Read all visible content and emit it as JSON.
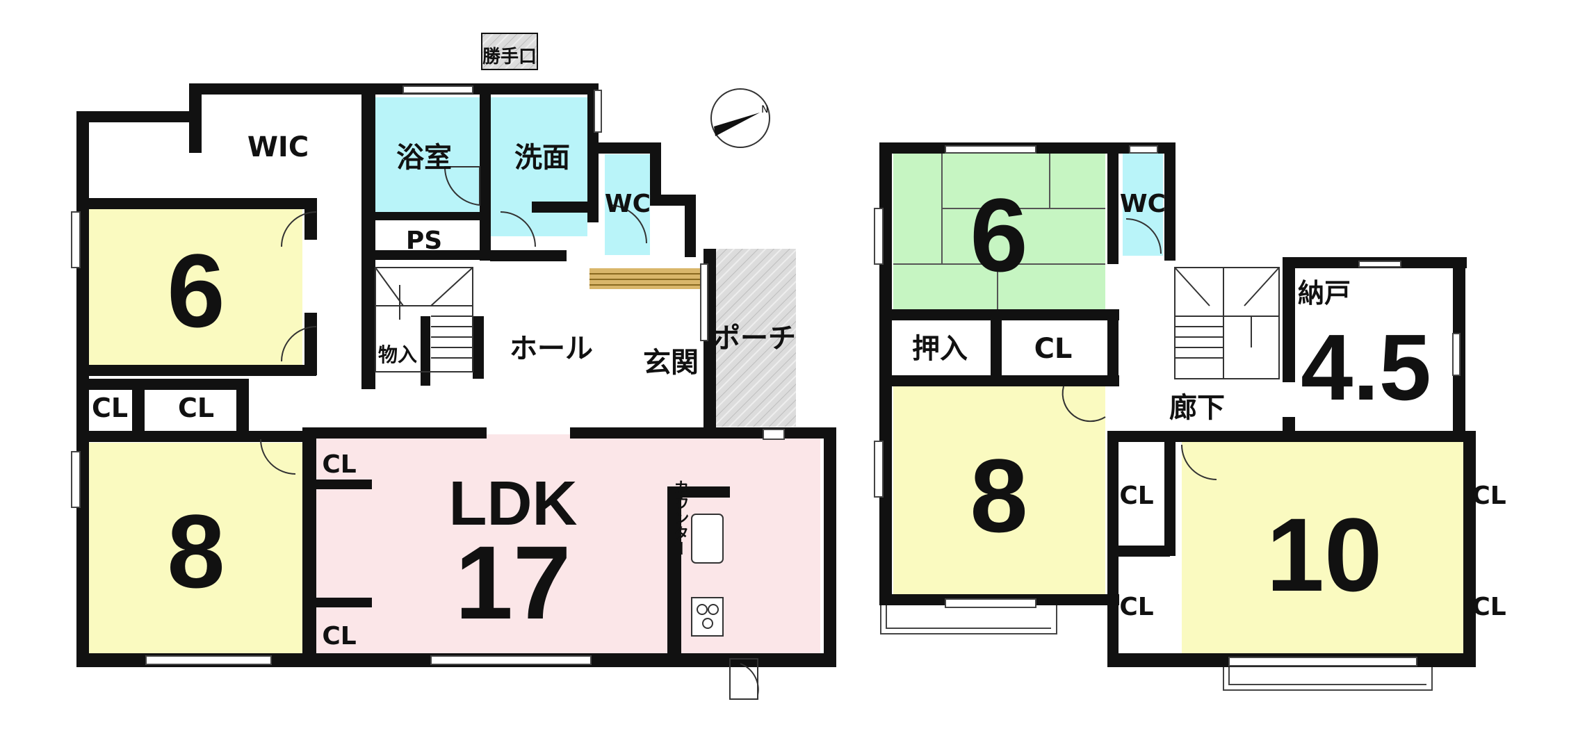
{
  "colors": {
    "wall": "#111111",
    "bedroom_yellow": "#fafac0",
    "water_blue": "#b9f4f9",
    "ldk_pink": "#fbe6e8",
    "tatami_green": "#c6f5c2",
    "porch_gray": "#dcdcdc",
    "stair_accent": "#d9b66a"
  },
  "icons": {
    "compass": "north-arrow-icon"
  },
  "floor1": {
    "service_door": "勝手口",
    "wic": "WIC",
    "bath": "浴室",
    "washroom": "洗面",
    "wc": "WC",
    "ps": "PS",
    "bedroom_nw": {
      "size": "6"
    },
    "storage": "物入",
    "hall": "ホール",
    "entrance": "玄関",
    "porch": "ポーチ",
    "cl_small": "CL",
    "cl_wide": "CL",
    "bedroom_sw": {
      "size": "8"
    },
    "ldk": {
      "name": "LDK",
      "size": "17"
    },
    "cl_ldk_top": "CL",
    "cl_ldk_bottom": "CL",
    "counter": "カウンター"
  },
  "floor2": {
    "japanese_room": {
      "size": "6"
    },
    "wc": "WC",
    "oshiire": "押入",
    "cl_mid": "CL",
    "nando": {
      "name": "納戸",
      "size": "4.5"
    },
    "corridor": "廊下",
    "bedroom_w": {
      "size": "8"
    },
    "cl_left_upper": "CL",
    "cl_left_lower": "CL",
    "bedroom_e": {
      "size": "10"
    },
    "cl_right_upper": "CL",
    "cl_right_lower": "CL"
  }
}
